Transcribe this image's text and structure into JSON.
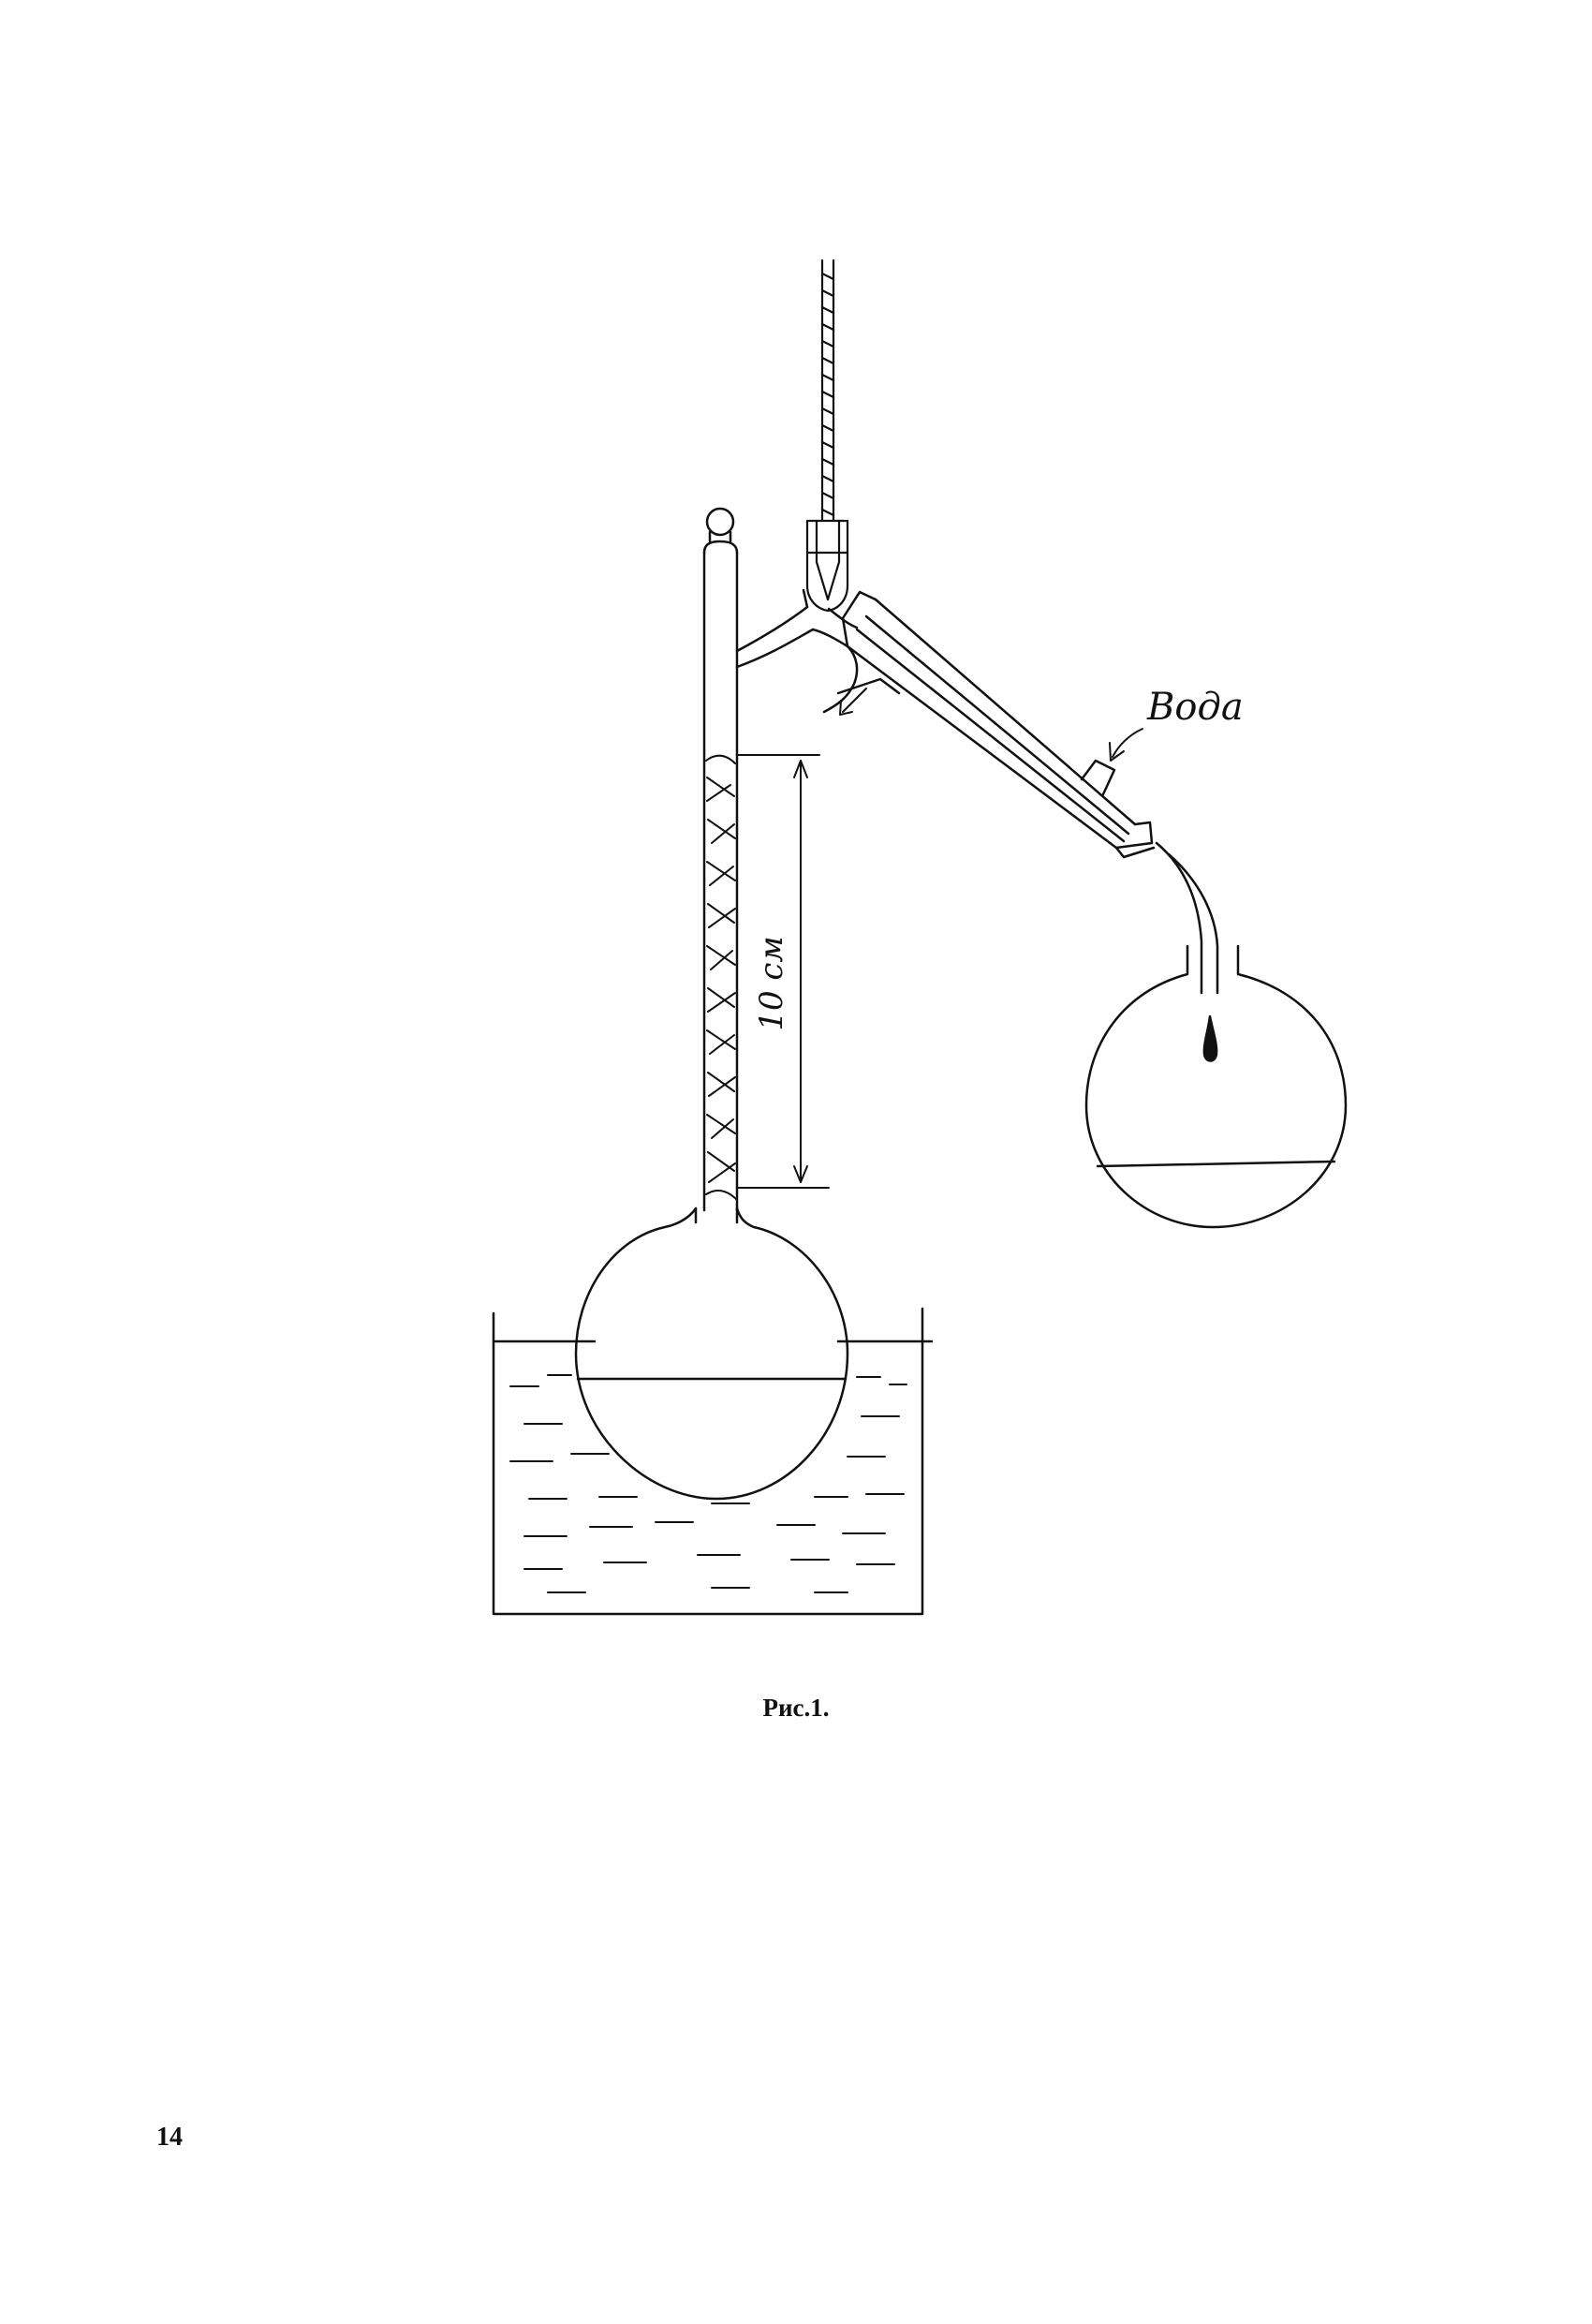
{
  "figure": {
    "caption": "Рис.1.",
    "labels": {
      "water": "Вода",
      "length": "10 см"
    }
  },
  "page_number": "14",
  "colors": {
    "ink": "#111111",
    "paper": "#ffffff"
  }
}
